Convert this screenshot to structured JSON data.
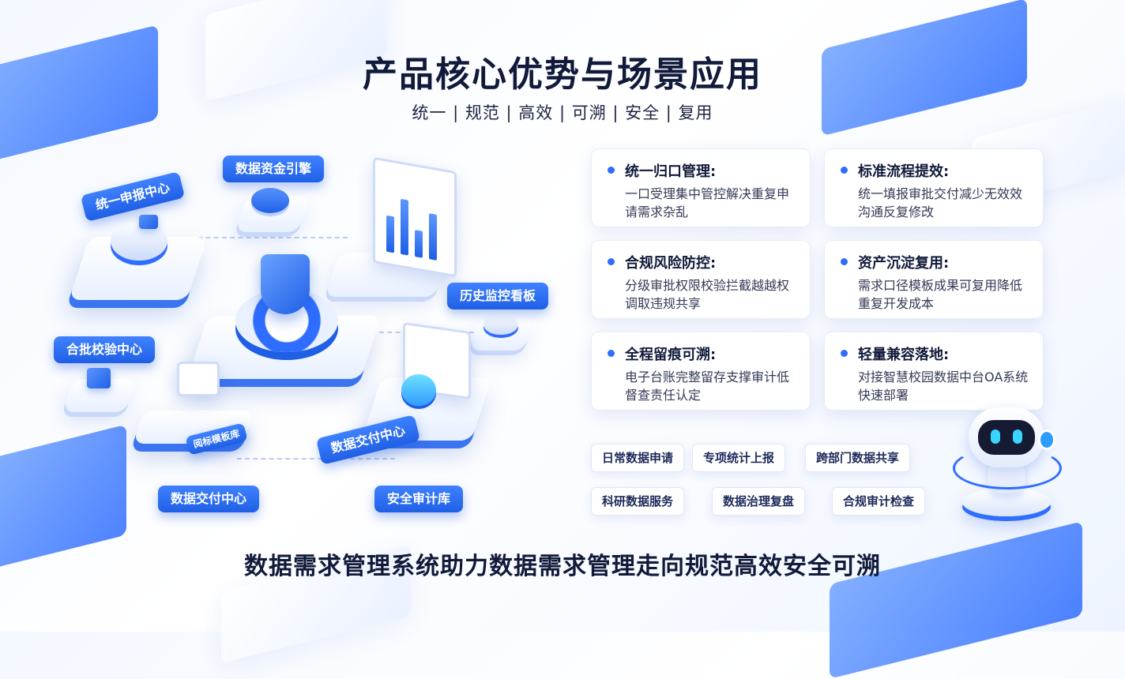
{
  "header": {
    "title": "产品核心优势与场景应用",
    "subtitle": "统一 | 规范 | 高效 | 可溯 | 安全 | 复用"
  },
  "scene_labels": {
    "unified_center": "统一申报中心",
    "asset_engine": "数据资金引擎",
    "history_board": "历史监控看板",
    "check_center": "合批校验中心",
    "template_lib": "阅标模板库",
    "delivery_center_platform": "数据交付中心",
    "delivery_center": "数据交付中心",
    "audit_lib": "安全审计库"
  },
  "features": [
    {
      "title": "统一归口管理:",
      "desc": "一口受理集中管控解决重复申请需求杂乱"
    },
    {
      "title": "标准流程提效:",
      "desc": "统一填报审批交付减少无效效沟通反复修改"
    },
    {
      "title": "合规风险防控:",
      "desc": "分级审批权限校验拦截越越权调取违规共享"
    },
    {
      "title": "资产沉淀复用:",
      "desc": "需求口径模板成果可复用降低重复开发成本"
    },
    {
      "title": "全程留痕可溯:",
      "desc": "电子台账完整留存支撑审计低督查责任认定"
    },
    {
      "title": "轻量兼容落地:",
      "desc": "对接智慧校园数据中台OA系统快速部署"
    }
  ],
  "scenarios": [
    "日常数据申请",
    "专项统计上报",
    "跨部门数据共享",
    "科研数据服务",
    "数据治理复盘",
    "合规审计检查"
  ],
  "footer": {
    "slogan": "数据需求管理系统助力数据需求管理走向规范高效安全可溯"
  },
  "colors": {
    "accent": "#2f6dff",
    "accent_dark": "#1f5fe6",
    "title": "#111a3a"
  }
}
